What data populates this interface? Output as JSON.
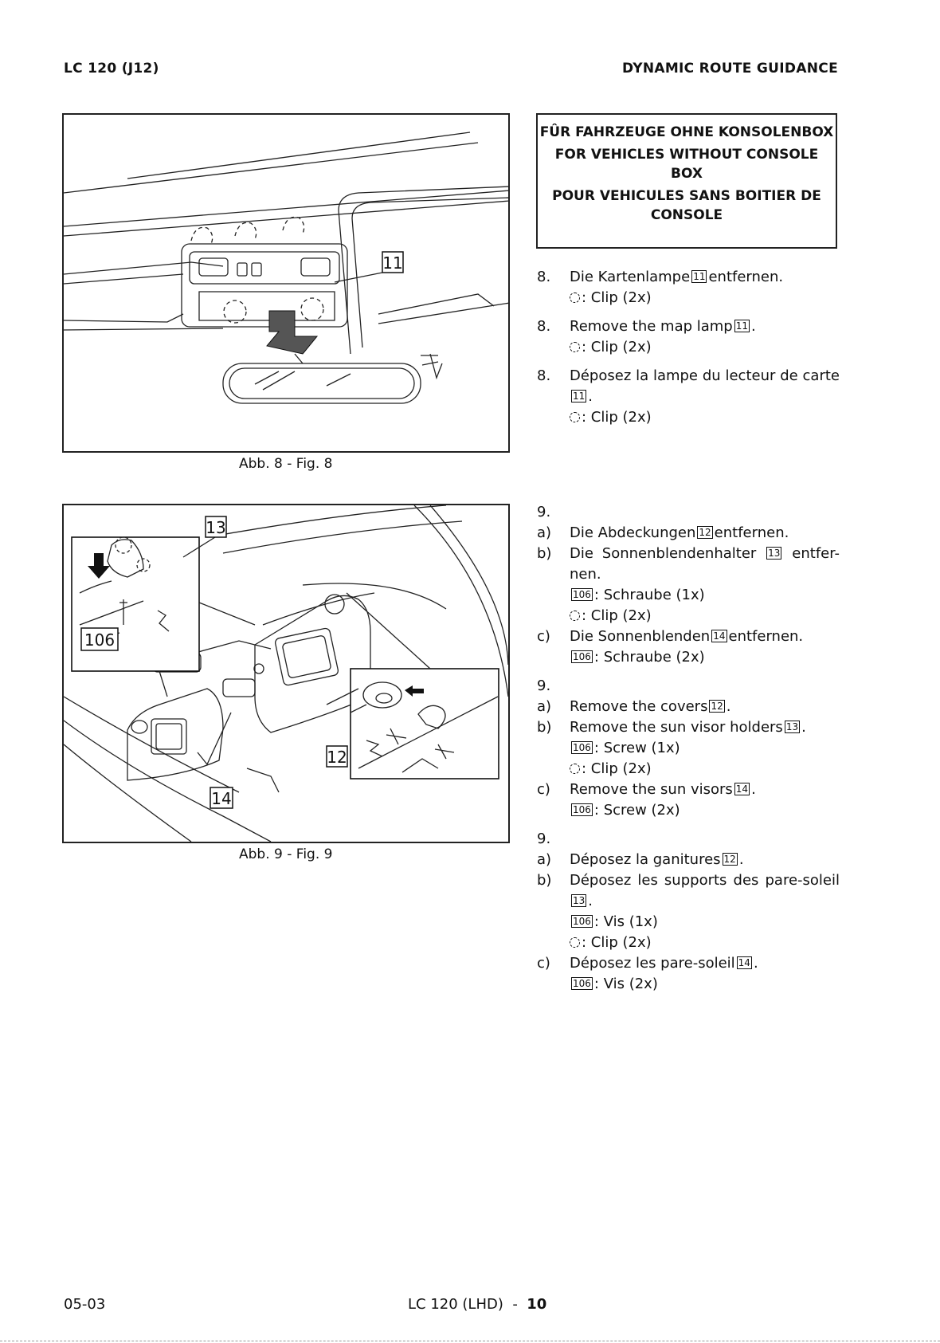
{
  "header": {
    "left": "LC 120 (J12)",
    "right": "DYNAMIC ROUTE GUIDANCE"
  },
  "notice": {
    "de": "FÛR FAHRZEUGE OHNE KONSOLENBOX",
    "en": "FOR VEHICLES WITHOUT CONSOLE BOX",
    "fr": "POUR VEHICULES SANS BOITIER DE CONSOLE"
  },
  "figures": {
    "fig8": {
      "caption": "Abb. 8 - Fig. 8",
      "callouts": [
        "11"
      ]
    },
    "fig9": {
      "caption": "Abb. 9 - Fig. 9",
      "callouts": [
        "13",
        "106",
        "12",
        "14"
      ]
    }
  },
  "step8": {
    "de": {
      "num": "8.",
      "pre": "Die Kartenlampe",
      "ref": "11",
      "post": "entfernen.",
      "clip": ": Clip (2x)"
    },
    "en": {
      "num": "8.",
      "pre": "Remove the map lamp",
      "ref": "11",
      "post": ".",
      "clip": ": Clip (2x)"
    },
    "fr": {
      "num": "8.",
      "pre": "Déposez la lampe du lecteur de carte",
      "ref": "11",
      "post": ".",
      "clip": ": Clip (2x)"
    }
  },
  "step9": {
    "de": {
      "num": "9.",
      "a": {
        "lbl": "a)",
        "pre": "Die Abdeckungen",
        "ref": "12",
        "post": "entfernen."
      },
      "b": {
        "lbl": "b)",
        "pre": "Die Sonnenblendenhalter",
        "ref": "13",
        "post": "entfer-nen.",
        "screw_ref": "106",
        "screw": ": Schraube (1x)",
        "clip": ": Clip (2x)"
      },
      "c": {
        "lbl": "c)",
        "pre": "Die Sonnenblenden",
        "ref": "14",
        "post": "entfernen.",
        "screw_ref": "106",
        "screw": ": Schraube (2x)"
      }
    },
    "en": {
      "num": "9.",
      "a": {
        "lbl": "a)",
        "pre": "Remove the covers",
        "ref": "12",
        "post": "."
      },
      "b": {
        "lbl": "b)",
        "pre": "Remove the sun visor holders",
        "ref": "13",
        "post": ".",
        "screw_ref": "106",
        "screw": ": Screw (1x)",
        "clip": ": Clip (2x)"
      },
      "c": {
        "lbl": "c)",
        "pre": "Remove the sun visors",
        "ref": "14",
        "post": ".",
        "screw_ref": "106",
        "screw": ": Screw (2x)"
      }
    },
    "fr": {
      "num": "9.",
      "a": {
        "lbl": "a)",
        "pre": "Déposez la ganitures",
        "ref": "12",
        "post": "."
      },
      "b": {
        "lbl": "b)",
        "pre": "Déposez les supports des pare-soleil",
        "ref": "13",
        "post": ".",
        "screw_ref": "106",
        "screw": ": Vis (1x)",
        "clip": ": Clip (2x)"
      },
      "c": {
        "lbl": "c)",
        "pre": "Déposez les pare-soleil",
        "ref": "14",
        "post": ".",
        "screw_ref": "106",
        "screw": ": Vis (2x)"
      }
    }
  },
  "footer": {
    "left": "05-03",
    "center_model": "LC 120 (LHD)",
    "separator": "-",
    "page": "10"
  }
}
